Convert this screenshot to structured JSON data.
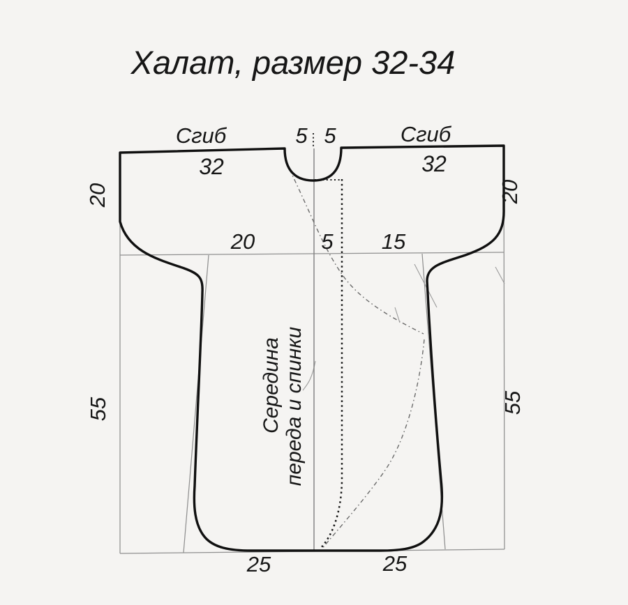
{
  "title": "Халат, размер 32-34",
  "palette": {
    "background": "#f5f4f2",
    "ink": "#161616",
    "outline": "#101010",
    "construction_gray": "#8f8f8f",
    "dash_gray": "#6b6b6b"
  },
  "pattern": {
    "fold_label_left": "Сгиб",
    "fold_label_right": "Сгиб",
    "neck_half_width_left": "5",
    "neck_half_width_right": "5",
    "shoulder_width_left": "32",
    "shoulder_width_right": "32",
    "armhole_depth_left": "20",
    "armhole_depth_right": "20",
    "chest_segment_left": "20",
    "chest_segment_center": "5",
    "chest_segment_right": "15",
    "side_length_left": "55",
    "side_length_right": "55",
    "hem_width_left": "25",
    "hem_width_right": "25",
    "center_label_line1": "Середина",
    "center_label_line2": "переда и спинки"
  }
}
